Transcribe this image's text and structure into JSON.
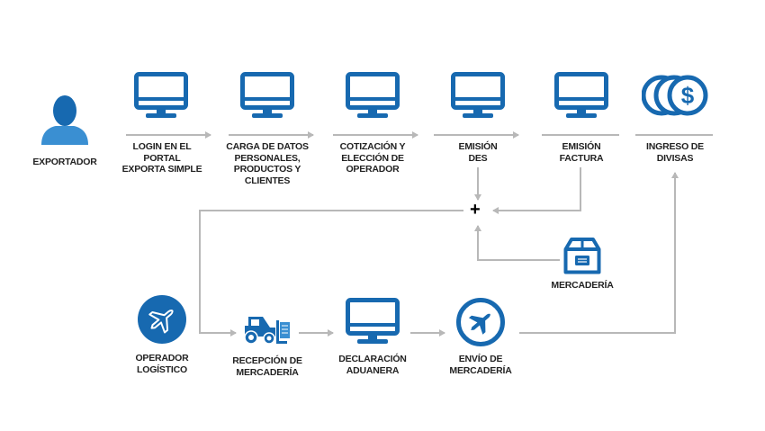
{
  "colors": {
    "primary": "#1769b0",
    "secondary": "#3a8fd2",
    "line": "#b8b8b8",
    "text": "#222222"
  },
  "top_row": [
    {
      "id": "exportador",
      "icon": "person-icon",
      "label": "EXPORTADOR"
    },
    {
      "id": "login",
      "icon": "monitor-icon",
      "label": "LOGIN EN EL\nPORTAL\nEXPORTA SIMPLE"
    },
    {
      "id": "carga",
      "icon": "monitor-icon",
      "label": "CARGA DE DATOS\nPERSONALES,\nPRODUCTOS Y\nCLIENTES"
    },
    {
      "id": "cotizacion",
      "icon": "monitor-icon",
      "label": "COTIZACIÓN Y\nELECCIÓN DE\nOPERADOR"
    },
    {
      "id": "emision-des",
      "icon": "monitor-icon",
      "label": "EMISIÓN\nDES"
    },
    {
      "id": "emision-factura",
      "icon": "monitor-icon",
      "label": "EMISIÓN\nFACTURA"
    },
    {
      "id": "ingreso-divisas",
      "icon": "coins-icon",
      "label": "INGRESO DE\nDIVISAS"
    }
  ],
  "merge": {
    "symbol": "+"
  },
  "mercaderia": {
    "icon": "box-icon",
    "label": "MERCADERÍA"
  },
  "bottom_row": [
    {
      "id": "operador",
      "icon": "plane-circle-icon",
      "label": "OPERADOR\nLOGÍSTICO"
    },
    {
      "id": "recepcion",
      "icon": "forklift-icon",
      "label": "RECEPCIÓN DE\nMERCADERÍA"
    },
    {
      "id": "declaracion",
      "icon": "monitor-icon",
      "label": "DECLARACIÓN\nADUANERA"
    },
    {
      "id": "envio",
      "icon": "plane-outline-icon",
      "label": "ENVÍO DE\nMERCADERÍA"
    }
  ]
}
